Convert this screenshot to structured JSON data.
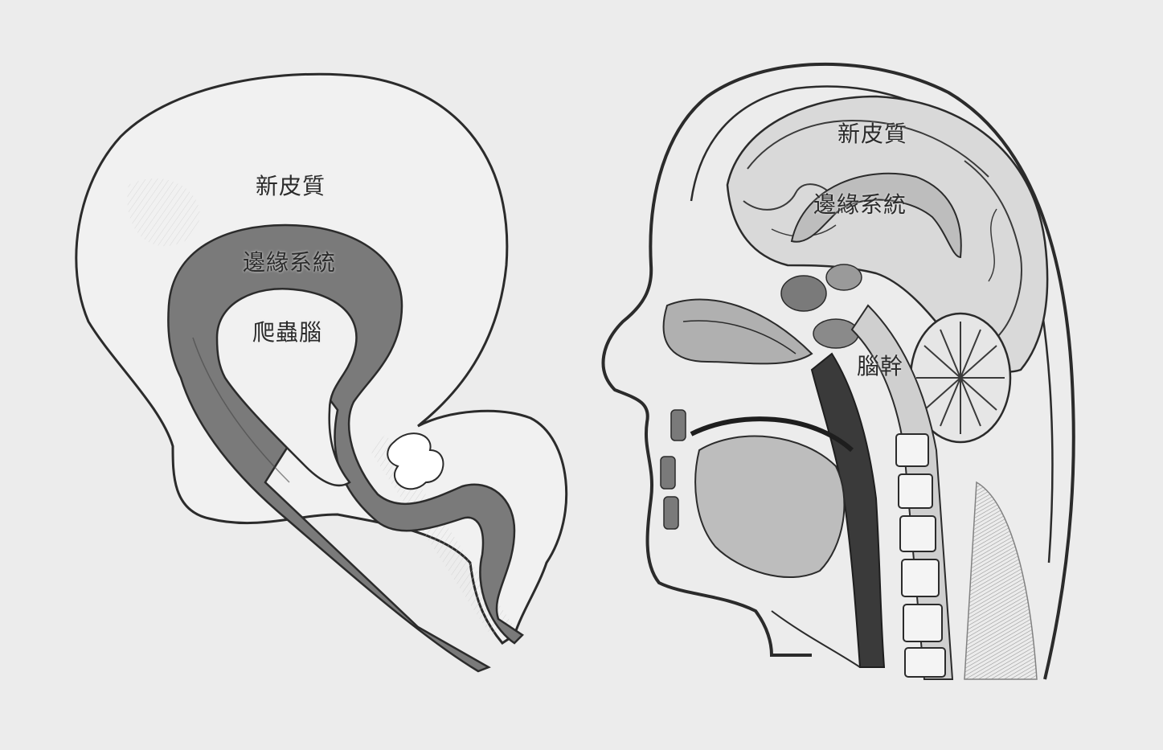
{
  "left_diagram": {
    "labels": {
      "neocortex": "新皮質",
      "limbic": "邊緣系統",
      "reptilian": "爬蟲腦"
    }
  },
  "right_diagram": {
    "labels": {
      "neocortex": "新皮質",
      "limbic": "邊緣系統",
      "brainstem": "腦幹"
    }
  },
  "colors": {
    "background": "#ececec",
    "ink": "#2b2b2b",
    "limbic_fill": "#7a7a7a",
    "shade": "#bdbdbd"
  }
}
